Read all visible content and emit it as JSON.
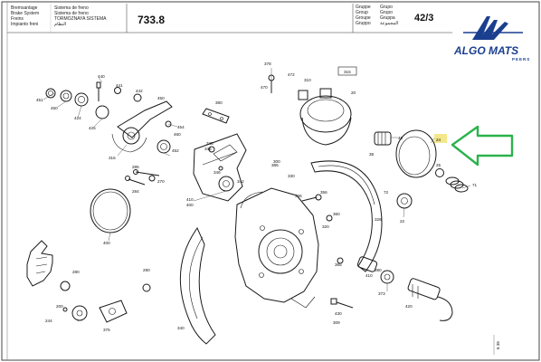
{
  "header": {
    "labels_left": [
      "Bremsanlage",
      "Brake System",
      "Freins",
      "Impianto freni"
    ],
    "labels_mid": [
      "Sistema de freno",
      "Sistema de freno",
      "TORMOZNAYA SISTEMA",
      "النظام"
    ],
    "page_number": "733.8",
    "group_labels": [
      "Gruppe",
      "Group",
      "Groupe",
      "Gruppo"
    ],
    "group_sub": [
      "Grupo",
      "Grupo",
      "Gruppa",
      "المجموعة"
    ],
    "group_number": "42/3"
  },
  "logo": {
    "wordmark": "ALGO MATS",
    "sub": "PEERS"
  },
  "callouts": [
    {
      "id": "c440",
      "text": "440"
    },
    {
      "id": "c441",
      "text": "441"
    },
    {
      "id": "c442",
      "text": "442"
    },
    {
      "id": "c451",
      "text": "451"
    },
    {
      "id": "c450",
      "text": "450"
    },
    {
      "id": "c424",
      "text": "424"
    },
    {
      "id": "c425",
      "text": "425"
    },
    {
      "id": "c450b",
      "text": "450"
    },
    {
      "id": "c454",
      "text": "454"
    },
    {
      "id": "c460",
      "text": "460"
    },
    {
      "id": "c452",
      "text": "452"
    },
    {
      "id": "c316",
      "text": "316"
    },
    {
      "id": "c380",
      "text": "380"
    },
    {
      "id": "c285",
      "text": "285"
    },
    {
      "id": "c270",
      "text": "270"
    },
    {
      "id": "c284",
      "text": "284"
    },
    {
      "id": "c345",
      "text": "345"
    },
    {
      "id": "c346",
      "text": "346"
    },
    {
      "id": "c400",
      "text": "400"
    },
    {
      "id": "c410",
      "text": "410"
    },
    {
      "id": "c400b",
      "text": "400"
    },
    {
      "id": "c470",
      "text": "470"
    },
    {
      "id": "c472",
      "text": "472"
    },
    {
      "id": "c378",
      "text": "378"
    },
    {
      "id": "c310",
      "text": "310"
    },
    {
      "id": "c315",
      "text": "315"
    },
    {
      "id": "c385",
      "text": "385"
    },
    {
      "id": "c340",
      "text": "340"
    },
    {
      "id": "c330",
      "text": "330"
    },
    {
      "id": "c20",
      "text": "20"
    },
    {
      "id": "c22",
      "text": "22"
    },
    {
      "id": "c38",
      "text": "38"
    },
    {
      "id": "c48",
      "text": "48"
    },
    {
      "id": "c24",
      "text": "24"
    },
    {
      "id": "c25",
      "text": "25"
    },
    {
      "id": "c71",
      "text": "71"
    },
    {
      "id": "c72",
      "text": "72"
    },
    {
      "id": "c328",
      "text": "328"
    },
    {
      "id": "c300",
      "text": "300"
    },
    {
      "id": "c336",
      "text": "336"
    },
    {
      "id": "c365",
      "text": "365"
    },
    {
      "id": "c320",
      "text": "320"
    },
    {
      "id": "c360",
      "text": "360"
    },
    {
      "id": "c356",
      "text": "356"
    },
    {
      "id": "c280",
      "text": "280"
    },
    {
      "id": "c244",
      "text": "244"
    },
    {
      "id": "c375",
      "text": "375"
    },
    {
      "id": "c200",
      "text": "200"
    },
    {
      "id": "c290",
      "text": "290"
    },
    {
      "id": "c373",
      "text": "373"
    },
    {
      "id": "c410b",
      "text": "410"
    },
    {
      "id": "c420",
      "text": "420"
    },
    {
      "id": "c390",
      "text": "390"
    },
    {
      "id": "c430",
      "text": "430"
    },
    {
      "id": "c345b",
      "text": "345"
    },
    {
      "id": "c342",
      "text": "342"
    },
    {
      "id": "c309",
      "text": "309"
    }
  ],
  "side_code": "6 35",
  "colors": {
    "arrow": "#2bb24c",
    "highlight": "#f3e88a",
    "logo": "#1b3f8f"
  }
}
